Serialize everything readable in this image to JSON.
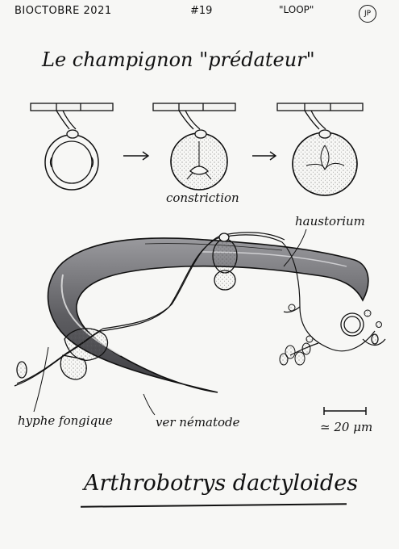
{
  "header": {
    "series": "BIOCTOBRE 2021",
    "number": "#19",
    "theme": "\"LOOP\"",
    "initials": "JP"
  },
  "title": "Le champignon \"prédateur\"",
  "labels": {
    "constriction": "constriction",
    "haustorium": "haustorium",
    "hyphe": "hyphe fongique",
    "ver": "ver nématode",
    "scale": "≃ 20 μm"
  },
  "species": "Arthrobotrys dactyloides",
  "colors": {
    "ink": "#111111",
    "worm": "#6f6f72",
    "paper": "#f7f7f5"
  },
  "icons": [
    "arrow-right-icon",
    "arrow-right-icon"
  ]
}
